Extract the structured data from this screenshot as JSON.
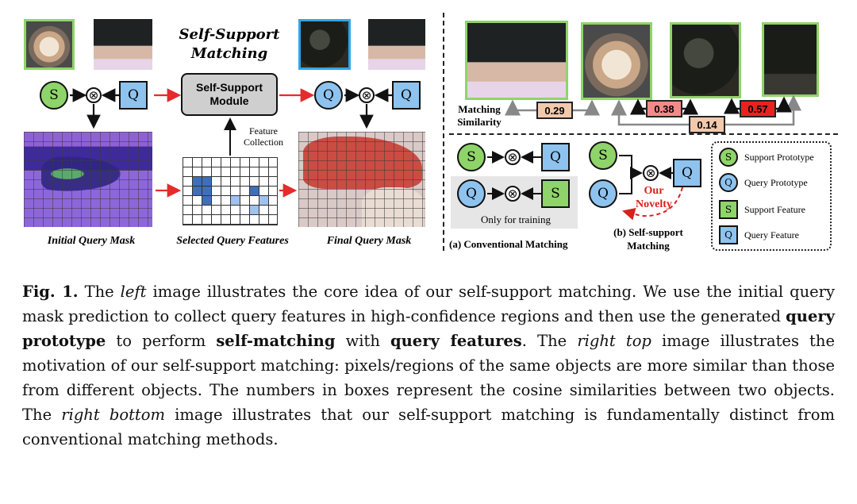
{
  "figure": {
    "self_support_title": "Self-Support Matching",
    "module_label": "Self-Support Module",
    "feature_collection_label": "Feature Collection",
    "labels": {
      "initial_query_mask": "Initial Query Mask",
      "selected_query_features": "Selected Query Features",
      "final_query_mask": "Final Query Mask"
    },
    "nodes": {
      "s": "S",
      "q": "Q",
      "otimes": "⊗"
    },
    "matching_similarity": "Matching Similarity",
    "similarities": [
      "0.29",
      "0.38",
      "0.14",
      "0.57"
    ],
    "only_for_training": "Only for training",
    "conventional_matching": "(a) Conventional Matching",
    "self_support_matching": "(b) Self-support Matching",
    "our_novelty": "Our Novelty",
    "legend": [
      {
        "symbol": "S",
        "label": "Support Prototype"
      },
      {
        "symbol": "Q",
        "label": "Query Prototype"
      },
      {
        "symbol": "S",
        "label": "Support Feature"
      },
      {
        "symbol": "Q",
        "label": "Query Feature"
      }
    ],
    "colors": {
      "support_green": "#8fd46a",
      "query_blue": "#8ec3ef",
      "red_arrow": "#e52b2b",
      "sim_low": "#f2c9ad",
      "sim_mid": "#f38a8a",
      "sim_high": "#e8231f"
    }
  },
  "caption": {
    "fig_label": "Fig. 1.",
    "t1": " The ",
    "left": "left",
    "t2": " image illustrates the core idea of our self-support matching. We use the initial query mask prediction to collect query features in high-confidence regions and then use the generated ",
    "query_prototype": "query prototype",
    "t3": " to perform ",
    "self_matching": "self-matching",
    "t4": " with ",
    "query_features": "query features",
    "t5": ". The ",
    "right_top": "right top",
    "t6": " image illustrates the motivation of our self-support matching: pixels/regions of the same objects are more similar than those from different objects. The numbers in boxes represent the cosine similarities between two objects. The ",
    "right_bottom": "right bottom",
    "t7": " image illustrates that our self-support matching is fundamentally distinct from conventional matching methods."
  }
}
